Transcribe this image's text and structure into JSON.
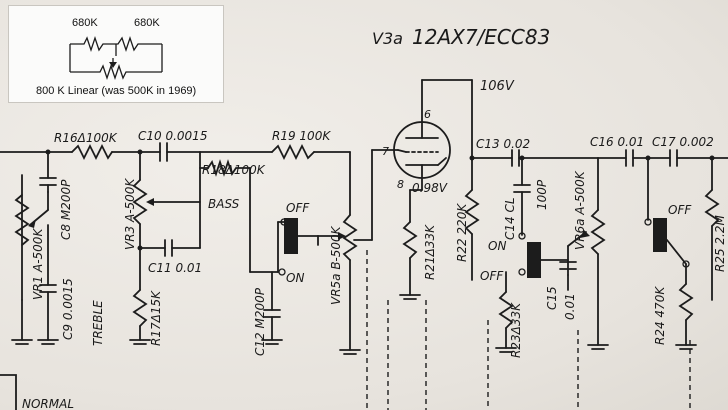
{
  "inset": {
    "r1": "680K",
    "r2": "680K",
    "caption": "800 K Linear (was 500K in 1969)"
  },
  "tube": {
    "designator": "V3a",
    "type": "12AX7/ECC83",
    "plate_voltage": "106V",
    "cathode_voltage": "0.98V",
    "pins": {
      "plate": "6",
      "grid": "7",
      "cathode": "8"
    }
  },
  "components": {
    "R16": "R16Δ100K",
    "C10": "C10 0.0015",
    "R18": "R18Δ100K",
    "R19": "R19 100K",
    "C8": "C8 M200P",
    "VR1": "VR1 A-500K",
    "C9": "C9 0.0015",
    "treble": "TREBLE",
    "VR3": "VR3 A-500K",
    "bass": "BASS",
    "C11": "C11 0.01",
    "R17": "R17Δ15K",
    "C12": "C12 M200P",
    "VR5a": "VR5a B-500K",
    "R21": "R21Δ33K",
    "R22": "R22 220K",
    "C13": "C13 0.02",
    "C14": "C14 CL",
    "c14_value": "100P",
    "VR6a": "VR6a A-500K",
    "C15": "C15",
    "c15_value": "0.01",
    "R23": "R23Δ33K",
    "C16": "C16 0.01",
    "C17": "C17 0.002",
    "R24": "R24 470K",
    "R25": "R25 2.2M"
  },
  "switches": {
    "s1_off": "OFF",
    "s1_on": "ON",
    "s2_on": "ON",
    "s2_off": "OFF",
    "s3_off": "OFF"
  },
  "footer_label": "NORMAL"
}
